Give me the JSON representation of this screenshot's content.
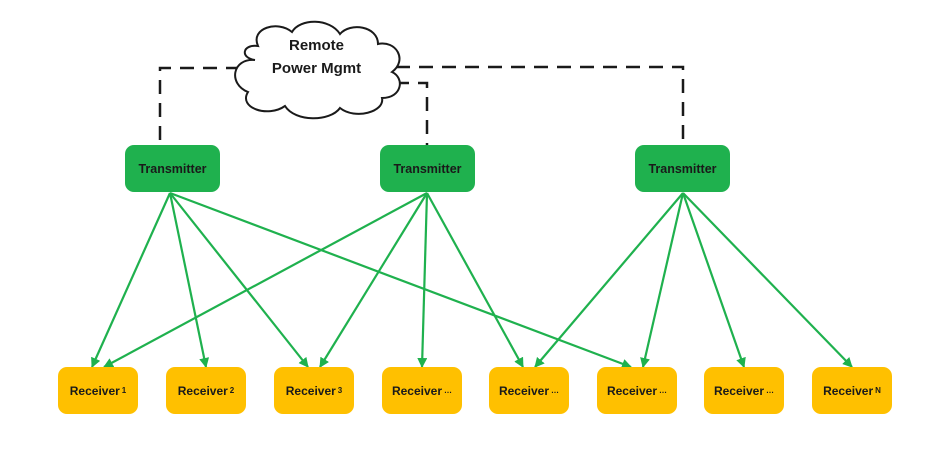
{
  "cloud": {
    "line1": "Remote",
    "line2": "Power Mgmt"
  },
  "colors": {
    "transmitter": "#1fb14e",
    "receiver": "#ffc000",
    "arrow": "#1fb14e",
    "dashed": "#1a1a1a"
  },
  "transmitters": [
    {
      "id": "t1",
      "label": "Transmitter"
    },
    {
      "id": "t2",
      "label": "Transmitter"
    },
    {
      "id": "t3",
      "label": "Transmitter"
    }
  ],
  "receivers": [
    {
      "id": "r1",
      "label": "Receiver",
      "sub": "1"
    },
    {
      "id": "r2",
      "label": "Receiver",
      "sub": "2"
    },
    {
      "id": "r3",
      "label": "Receiver",
      "sub": "3"
    },
    {
      "id": "r4",
      "label": "Receiver",
      "sub": "…"
    },
    {
      "id": "r5",
      "label": "Receiver",
      "sub": "…"
    },
    {
      "id": "r6",
      "label": "Receiver",
      "sub": "…"
    },
    {
      "id": "r7",
      "label": "Receiver",
      "sub": "…"
    },
    {
      "id": "r8",
      "label": "Receiver",
      "sub": "N"
    }
  ],
  "links": [
    {
      "from": "t1",
      "to": "r1"
    },
    {
      "from": "t1",
      "to": "r2"
    },
    {
      "from": "t1",
      "to": "r3"
    },
    {
      "from": "t1",
      "to": "r6"
    },
    {
      "from": "t2",
      "to": "r1"
    },
    {
      "from": "t2",
      "to": "r3"
    },
    {
      "from": "t2",
      "to": "r4"
    },
    {
      "from": "t2",
      "to": "r5"
    },
    {
      "from": "t3",
      "to": "r5"
    },
    {
      "from": "t3",
      "to": "r6"
    },
    {
      "from": "t3",
      "to": "r7"
    },
    {
      "from": "t3",
      "to": "r8"
    }
  ],
  "power_links": [
    {
      "to": "t1"
    },
    {
      "to": "t2"
    },
    {
      "to": "t3"
    }
  ]
}
